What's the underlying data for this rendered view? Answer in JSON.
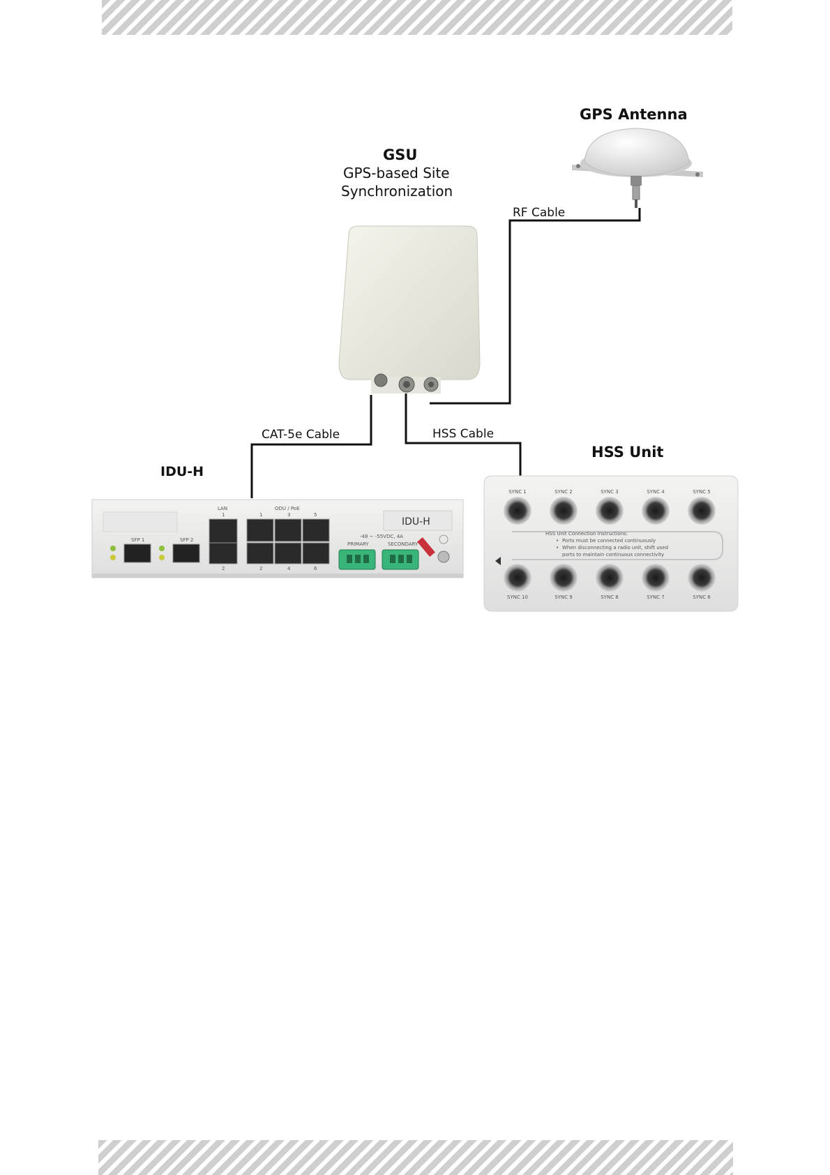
{
  "gps_antenna": {
    "title": "GPS Antenna"
  },
  "gsu": {
    "title": "GSU",
    "subtitle_line1": "GPS-based Site",
    "subtitle_line2": "Synchronization"
  },
  "cables": {
    "rf": "RF Cable",
    "cat5e": "CAT-5e Cable",
    "hss": "HSS Cable"
  },
  "idu": {
    "title": "IDU-H",
    "panel_badge": "IDU-H",
    "lan_label": "LAN",
    "odu_label": "ODU / PoE",
    "sfp1": "SFP 1",
    "sfp2": "SFP 2",
    "power_label": "-48 ~ -55VDC, 4A",
    "primary": "PRIMARY",
    "secondary": "SECONDARY",
    "lan_port_top": "1",
    "lan_port_bottom": "2",
    "odu_top": [
      "1",
      "3",
      "5"
    ],
    "odu_bottom": [
      "2",
      "4",
      "6"
    ]
  },
  "hss": {
    "title": "HSS Unit",
    "top_ports": [
      "SYNC 1",
      "SYNC 2",
      "SYNC 3",
      "SYNC 4",
      "SYNC 5"
    ],
    "bottom_ports": [
      "SYNC 10",
      "SYNC 9",
      "SYNC 8",
      "SYNC 7",
      "SYNC 6"
    ],
    "instructions_title": "HSS Unit Connection Instructions:",
    "instructions": [
      "Ports must be connected continuously",
      "When disconnecting a radio unit, shift used",
      "ports to maintain continuous connectivity"
    ]
  },
  "colors": {
    "cable": "#111111",
    "device_body": "#ecece6",
    "connector_green": "#3ab57a"
  }
}
